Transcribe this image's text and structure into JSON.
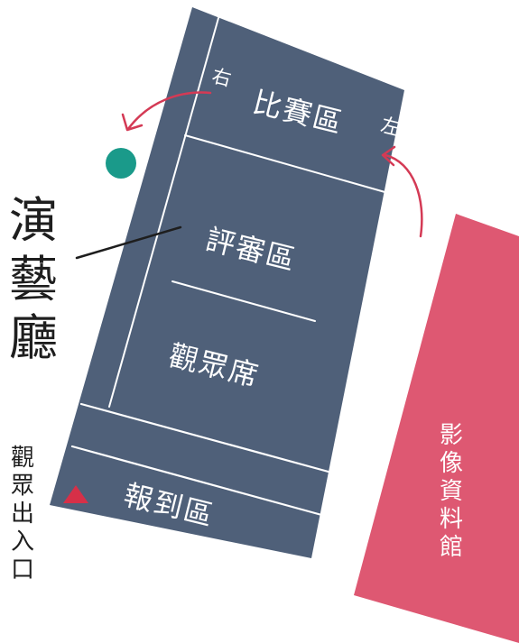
{
  "venue": {
    "name": "演藝廳",
    "name_chars": [
      "演",
      "藝",
      "廳"
    ]
  },
  "zones": {
    "competition": "比賽區",
    "judges": "評審區",
    "audience": "觀眾席",
    "registration": "報到區",
    "video_archive": "影像資料館",
    "video_archive_chars": [
      "影",
      "像",
      "資",
      "料",
      "館"
    ]
  },
  "directions": {
    "right": "右",
    "left": "左"
  },
  "entrance": {
    "label": "觀眾出入口",
    "label_chars": [
      "觀",
      "眾",
      "出",
      "入",
      "口"
    ]
  },
  "colors": {
    "hall": "#4f6079",
    "archive": "#de5872",
    "arrow": "#d43a55",
    "marker_dot": "#1a9a8a",
    "entrance_triangle": "#d63048",
    "text_dark": "#1e1e1e"
  },
  "icons": {
    "entrance_marker": "triangle-icon",
    "location_marker": "dot-icon"
  }
}
